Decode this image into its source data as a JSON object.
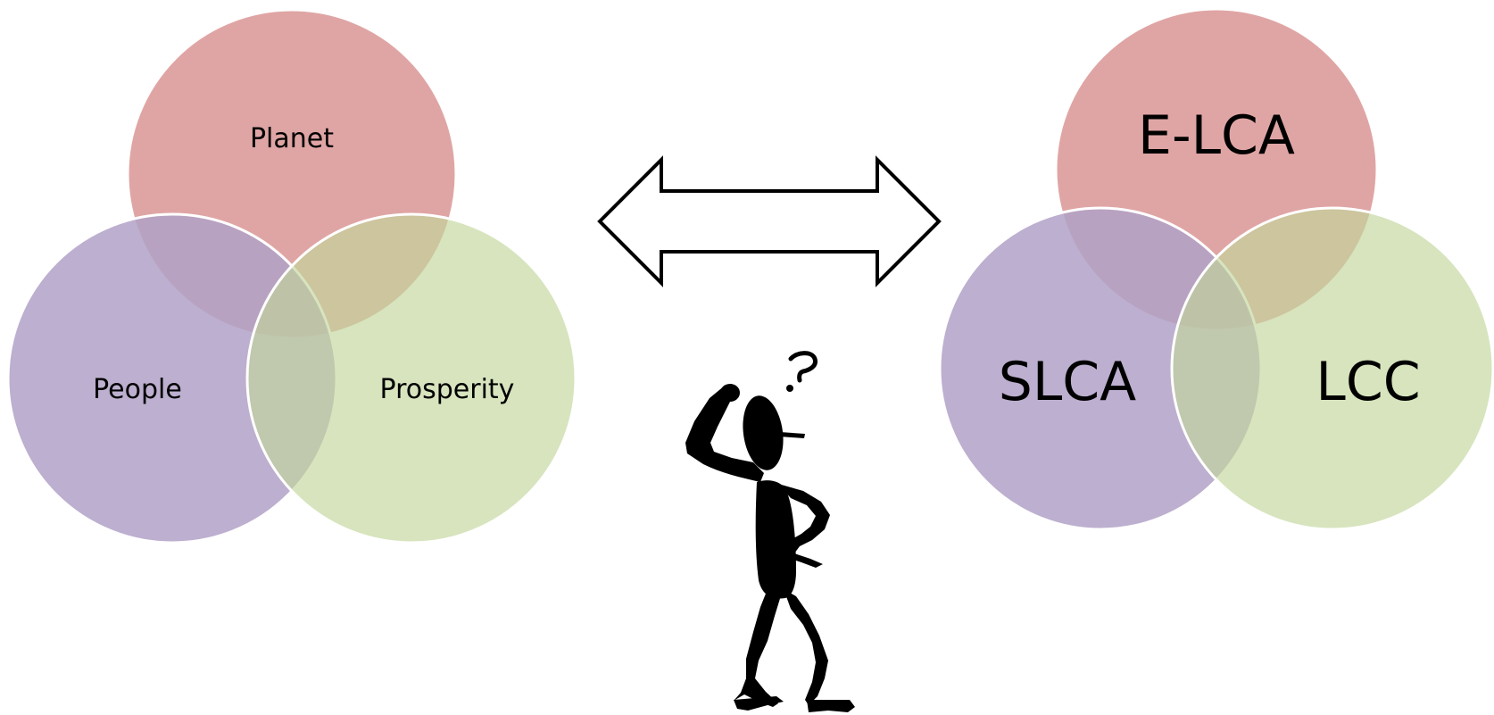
{
  "left_venn": {
    "top": "Planet",
    "bottom_left": "People",
    "bottom_right": "Prosperity"
  },
  "right_venn": {
    "top": "E-LCA",
    "bottom_left": "SLCA",
    "bottom_right": "LCC"
  },
  "colors": {
    "top_circle": "#d99594",
    "left_circle": "#b2a1c7",
    "right_circle": "#c2d69b",
    "outline": "#ffffff",
    "arrow_stroke": "#000000"
  },
  "icons": {
    "arrow": "double-headed-arrow-icon",
    "figure": "thinking-person-icon",
    "question": "question-mark-icon"
  }
}
